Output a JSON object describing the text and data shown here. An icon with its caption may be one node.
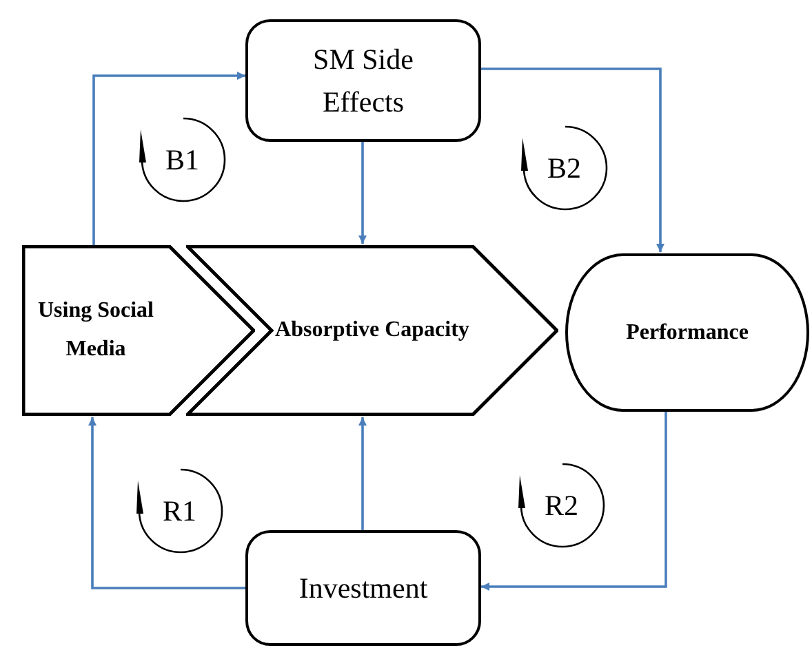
{
  "diagram": {
    "nodes": [
      {
        "text": [
          "SM Side Effects"
        ]
      },
      {
        "text": [
          "Using Social Media"
        ]
      },
      {
        "text": [
          "Absorptive Capacity"
        ]
      },
      {
        "text": [
          "Performance"
        ]
      },
      {
        "text": [
          "Investment"
        ]
      }
    ],
    "edges": [
      {
        "from": 1,
        "to": 0,
        "arrow": "to"
      },
      {
        "from": 0,
        "to": 2,
        "arrow": "to"
      },
      {
        "from": 0,
        "to": 3,
        "arrow": "to"
      },
      {
        "from": 3,
        "to": 4,
        "arrow": "to"
      },
      {
        "from": 4,
        "to": 1,
        "arrow": "to"
      },
      {
        "from": 4,
        "to": 2,
        "arrow": "to"
      }
    ],
    "labels": [
      "B1",
      "B2",
      "R1",
      "R2"
    ]
  }
}
